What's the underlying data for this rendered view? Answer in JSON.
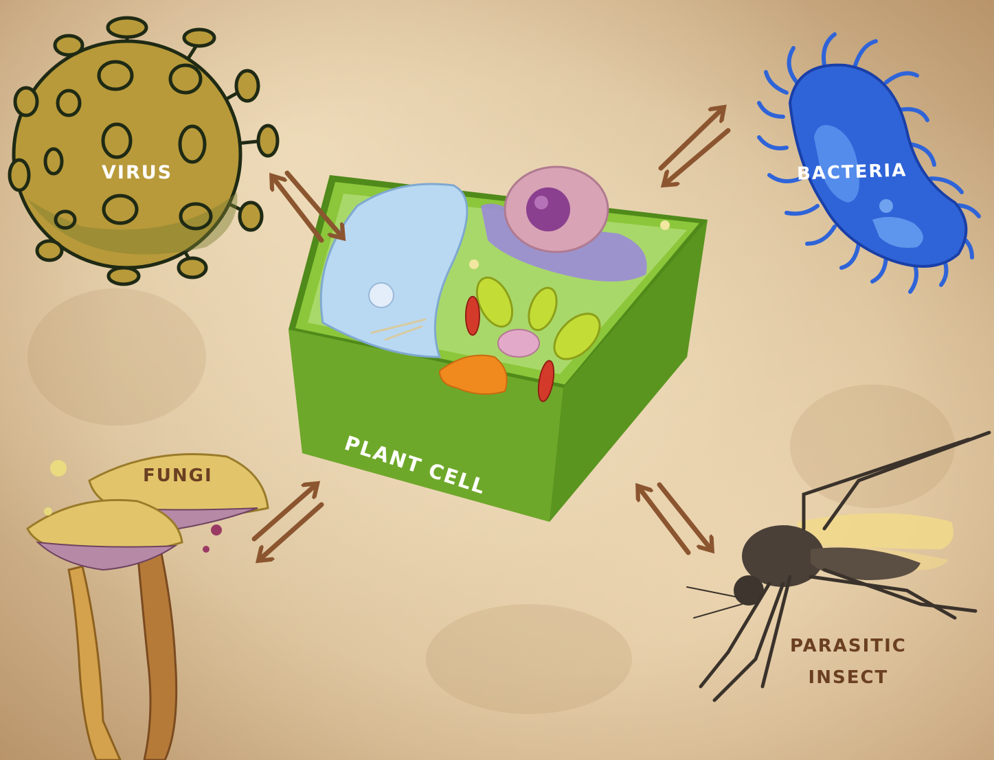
{
  "diagram": {
    "nodes": {
      "virus": {
        "label": "VIRUS",
        "icon": "virus-icon"
      },
      "bacteria": {
        "label": "BACTERIA",
        "icon": "bacteria-icon"
      },
      "plant_cell": {
        "label": "PLANT CELL",
        "icon": "plant-cell-icon"
      },
      "fungi": {
        "label": "FUNGI",
        "icon": "mushroom-icon"
      },
      "insect": {
        "label_line1": "PARASITIC",
        "label_line2": "INSECT",
        "icon": "mosquito-icon"
      }
    },
    "edges": [
      {
        "from": "virus",
        "to": "plant_cell",
        "type": "bidirectional"
      },
      {
        "from": "bacteria",
        "to": "plant_cell",
        "type": "bidirectional"
      },
      {
        "from": "fungi",
        "to": "plant_cell",
        "type": "bidirectional"
      },
      {
        "from": "insect",
        "to": "plant_cell",
        "type": "bidirectional"
      }
    ],
    "colors": {
      "background": "#dcc49f",
      "arrow": "#8b5530",
      "virus": "#b89a3a",
      "bacteria": "#2f64d8",
      "plant_cell": "#6ea82a",
      "fungi_cap": "#e2c56a",
      "label_dark": "#6b3f22"
    }
  }
}
